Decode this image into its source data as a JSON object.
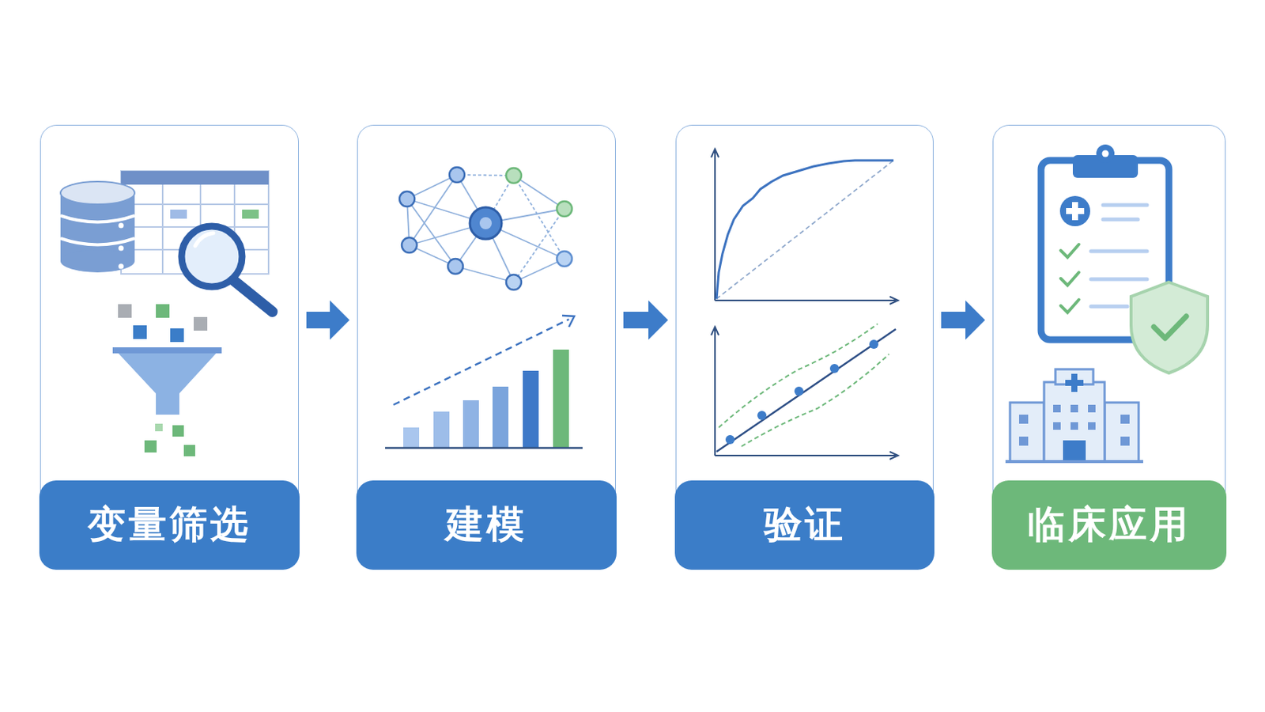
{
  "diagram": {
    "nodes": [
      {
        "text": [
          "变量筛选"
        ]
      },
      {
        "text": [
          "建模"
        ]
      },
      {
        "text": [
          "验证"
        ]
      },
      {
        "text": [
          "临床应用"
        ]
      }
    ],
    "edges": [
      {
        "from": 0,
        "to": 1,
        "arrow": "to"
      },
      {
        "from": 1,
        "to": 2,
        "arrow": "to"
      },
      {
        "from": 2,
        "to": 3,
        "arrow": "to"
      }
    ]
  }
}
